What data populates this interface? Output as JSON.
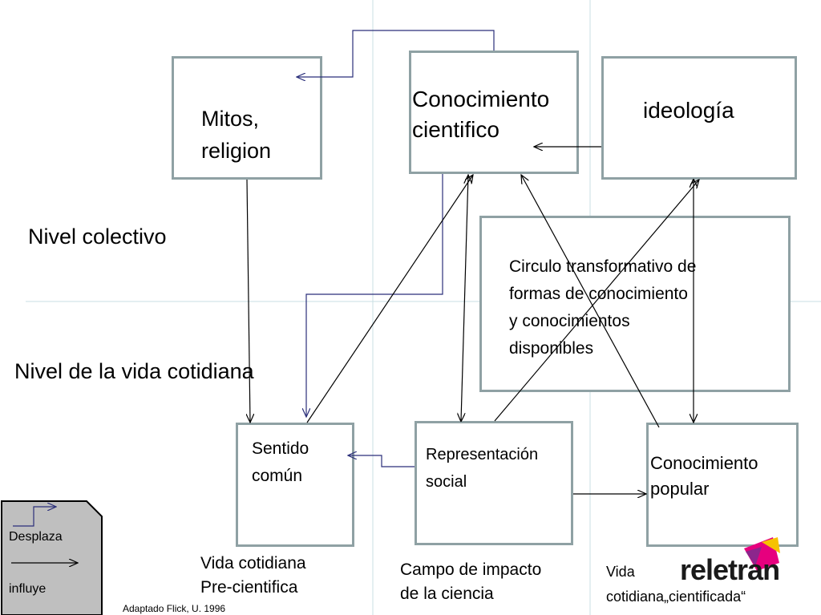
{
  "boxes": {
    "mitos": "Mitos,\nreligion",
    "conocimiento_cientifico": "Conocimiento\ncientifico",
    "ideologia": "ideología",
    "circulo": "Circulo transformativo de\nformas de conocimiento\ny conocimientos\ndisponibles",
    "sentido_comun": "Sentido\ncomún",
    "representacion_social": "Representación\nsocial",
    "conocimiento_popular": "Conocimiento\n popular"
  },
  "levels": {
    "colectivo": "Nivel colectivo",
    "vida_cotidiana": "Nivel de la vida cotidiana"
  },
  "captions": {
    "vida_pre": "Vida cotidiana\nPre-cientifica",
    "campo": "Campo de impacto\n de la ciencia",
    "vida_cientificada": "Vida\ncotidiana„cientificada“"
  },
  "legend": {
    "desplaza": "Desplaza",
    "influye": "influye"
  },
  "source": "Adaptado Flick, U. 1996",
  "logo": "reletran",
  "colors": {
    "box_border": "#8fa1a4",
    "guide": "#c8dfe3",
    "desplaza_arrow": "#2b2f7a",
    "influye_arrow": "#000000",
    "legend_fill": "#bfbfbf",
    "logo_magenta": "#e6007e",
    "logo_yellow": "#f6c200",
    "logo_purple": "#7b2d8e"
  }
}
